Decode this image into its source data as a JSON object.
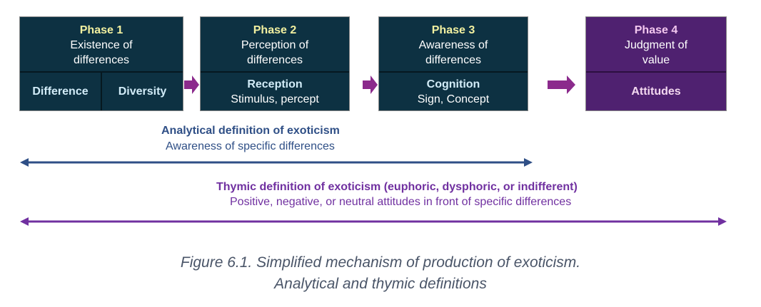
{
  "phases": [
    {
      "title": "Phase 1",
      "line1": "Existence of",
      "line2": "differences",
      "sub_a": "Difference",
      "sub_b": "Diversity"
    },
    {
      "title": "Phase 2",
      "line1": "Perception of",
      "line2": "differences",
      "label": "Reception",
      "detail": "Stimulus, percept"
    },
    {
      "title": "Phase 3",
      "line1": "Awareness of",
      "line2": "differences",
      "label": "Cognition",
      "detail": "Sign, Concept"
    },
    {
      "title": "Phase 4",
      "line1": "Judgment of",
      "line2": "value",
      "label": "Attitudes"
    }
  ],
  "analytical": {
    "title": "Analytical definition of exoticism",
    "subtitle": "Awareness of specific differences",
    "color": "#2f4f86"
  },
  "thymic": {
    "title": "Thymic definition of exoticism (euphoric, dysphoric, or indifferent)",
    "subtitle": "Positive, negative, or neutral attitudes in front of specific differences",
    "color": "#7030a0"
  },
  "caption": {
    "line1": "Figure 6.1. Simplified mechanism of production of exoticism.",
    "line2": "Analytical and thymic definitions"
  }
}
